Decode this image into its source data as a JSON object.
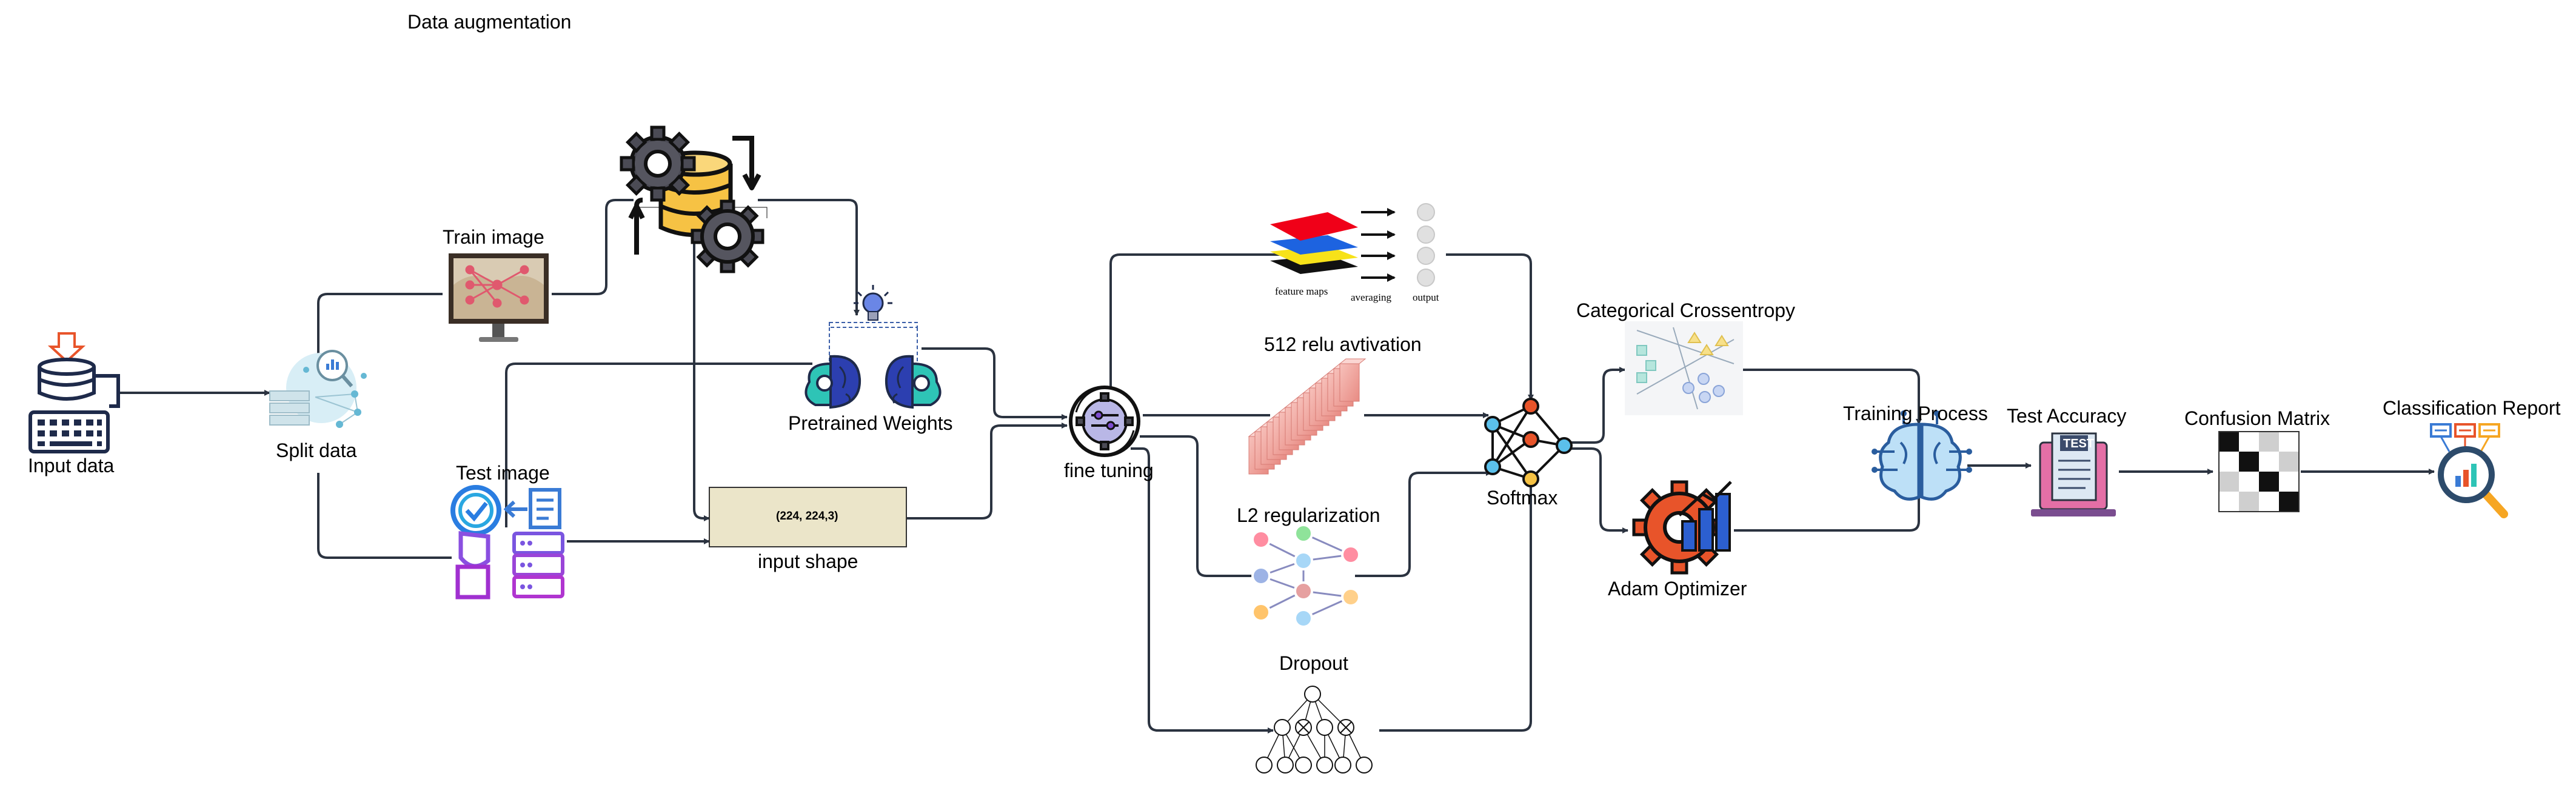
{
  "title": "Data augmentation",
  "nodes": {
    "input_data": "Input data",
    "split_data": "Split data",
    "train_image": "Train image",
    "test_image": "Test image",
    "pretrained_weights": "Pretrained Weights",
    "input_shape_value": "(224, 224,3)",
    "input_shape": "input shape",
    "fine_tuning": "fine tuning",
    "relu": "512 relu avtivation",
    "l2": "L2 regularization",
    "dropout": "Dropout",
    "softmax": "Softmax",
    "crossentropy": "Categorical Crossentropy",
    "adam": "Adam Optimizer",
    "training_process": "Training Process",
    "test_accuracy": "Test Accuracy",
    "confusion_matrix": "Confusion Matrix",
    "classification_report": "Classification Report"
  },
  "feature_map_labels": {
    "feature_maps": "feature maps",
    "averaging": "averaging",
    "output": "output"
  },
  "test_badge": "TEST",
  "colors": {
    "line": "#2b3340",
    "accent_blue": "#3a7bd5",
    "accent_orange": "#e8542a",
    "gear_dark": "#3f3f46",
    "db_yellow": "#f6c244",
    "teal": "#2ec4b6",
    "purple": "#8a4fe0",
    "box_fill": "#ebe5c9"
  }
}
